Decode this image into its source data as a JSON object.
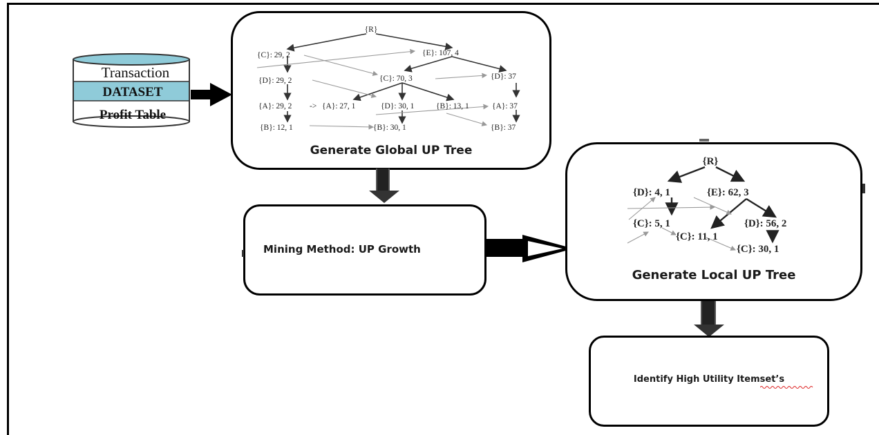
{
  "database": {
    "transaction_label": "Transaction",
    "dataset_label": "DATASET",
    "profit_label": "Profit Table",
    "band_color": "#8fcbd9",
    "fill_color": "#ffffff"
  },
  "global_tree": {
    "title": "Generate Global UP Tree",
    "root": "{R}",
    "nodes": {
      "c_left": "{C}: 29, 2",
      "e": "{E}: 107, 4",
      "d_left": "{D}: 29, 2",
      "c_mid": "{C}: 70, 3",
      "d_right": "{D}: 37",
      "a_left": "{A}: 29, 2",
      "a_arrow": "->",
      "a_mid": "{A}: 27, 1",
      "d_mid": "{D}: 30, 1",
      "b_mid": "{B}: 13, 1",
      "a_right": "{A}: 37",
      "b_left": "{B}: 12, 1",
      "b_center": "{B}: 30, 1",
      "b_right": "{B}: 37"
    }
  },
  "mining": {
    "label": "Mining Method: UP Growth"
  },
  "local_tree": {
    "title": "Generate Local UP Tree",
    "root": "{R}",
    "nodes": {
      "d_left": "{D}: 4, 1",
      "e": "{E}: 62, 3",
      "c_left": "{C}: 5, 1",
      "d_right": "{D}: 56, 2",
      "c_mid": "{C}: 11, 1",
      "c_right": "{C}: 30, 1"
    }
  },
  "identify": {
    "label": "Identify High Utility Itemset’s"
  }
}
